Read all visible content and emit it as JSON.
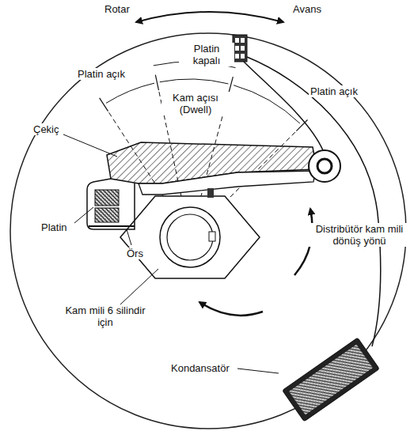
{
  "diagram": {
    "labels": [
      "Rotar",
      "Avans",
      "Platin kapalı",
      "Platin açık",
      "Kam açısı (Dwell)",
      "Platin açık",
      "Çekiç",
      "Platin",
      "Örs",
      "Kam mili 6 silindir için",
      "Distribütör kam mili dönüş yönü",
      "Kondansatör"
    ]
  }
}
